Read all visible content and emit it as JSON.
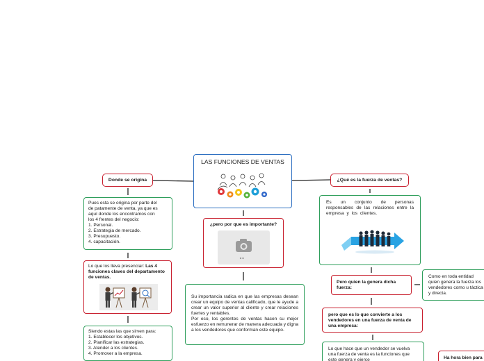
{
  "colors": {
    "red": "#c8202f",
    "green": "#2e9e5b",
    "blue": "#2d6fc1",
    "connector": "#222222"
  },
  "central": {
    "title": "LAS FUNCIONES DE VENTAS",
    "image": "gears-people-icon"
  },
  "left": {
    "topic": "Donde se origina",
    "box1": {
      "lines": [
        "Pues esta se origina por parte del",
        "de patamente de venta, ya que es",
        "aquí donde los encontramos con",
        "los 4 frentes del negocio:",
        "1. Personal.",
        "2. Estrategia de mercado.",
        "3. Presupuesto.",
        "4. capacitación."
      ]
    },
    "box2": {
      "text": "Lo que los lleva presenciar: ",
      "bold": "Las 4 funciones claves del departamento de ventas.",
      "image": "presentation-people-icon"
    },
    "box3": {
      "lines": [
        "Siendo estas las que sirven para:",
        "1. Establecer los objetivos.",
        "2. Planificar las estrategias.",
        "3. Atender a los clientes.",
        "4. Promover a la empresa."
      ]
    }
  },
  "middle": {
    "question": "¿pero por que es importante?",
    "image": "image-placeholder-icon",
    "answer": "Su importancia radica en que las empresas desean crear un equipo de ventas calificado, que le ayude a crear un valor superior al cliente y crear relaciones fuertes y rentables.\nPor eso, los gerentes de ventas hacen su mejor esfuerzo en remunerar de manera adecuada y digna a los vendedores que conforman este equipo."
  },
  "right": {
    "topic": "¿Qué es la fuerza de ventas?",
    "definition": "Es un conjunto de personas responsables de las relaciones entre la empresa y los clientes.",
    "image": "team-arrow-icon",
    "question2": "Pero quien la genera dicha fuerza:",
    "answer2": "Como en toda entidad quien genera la fuerza los vendedores como u táctica y directa.",
    "question3": "pero que es lo que convierte a los vendedores en una fuerza de venta de una empresa:",
    "answer3": "Lo que hace que un vendedor se vuelva una fuerza de venta es la funciones que este genera y ejerce",
    "cutoff_topic": "Ha hora bien para"
  }
}
